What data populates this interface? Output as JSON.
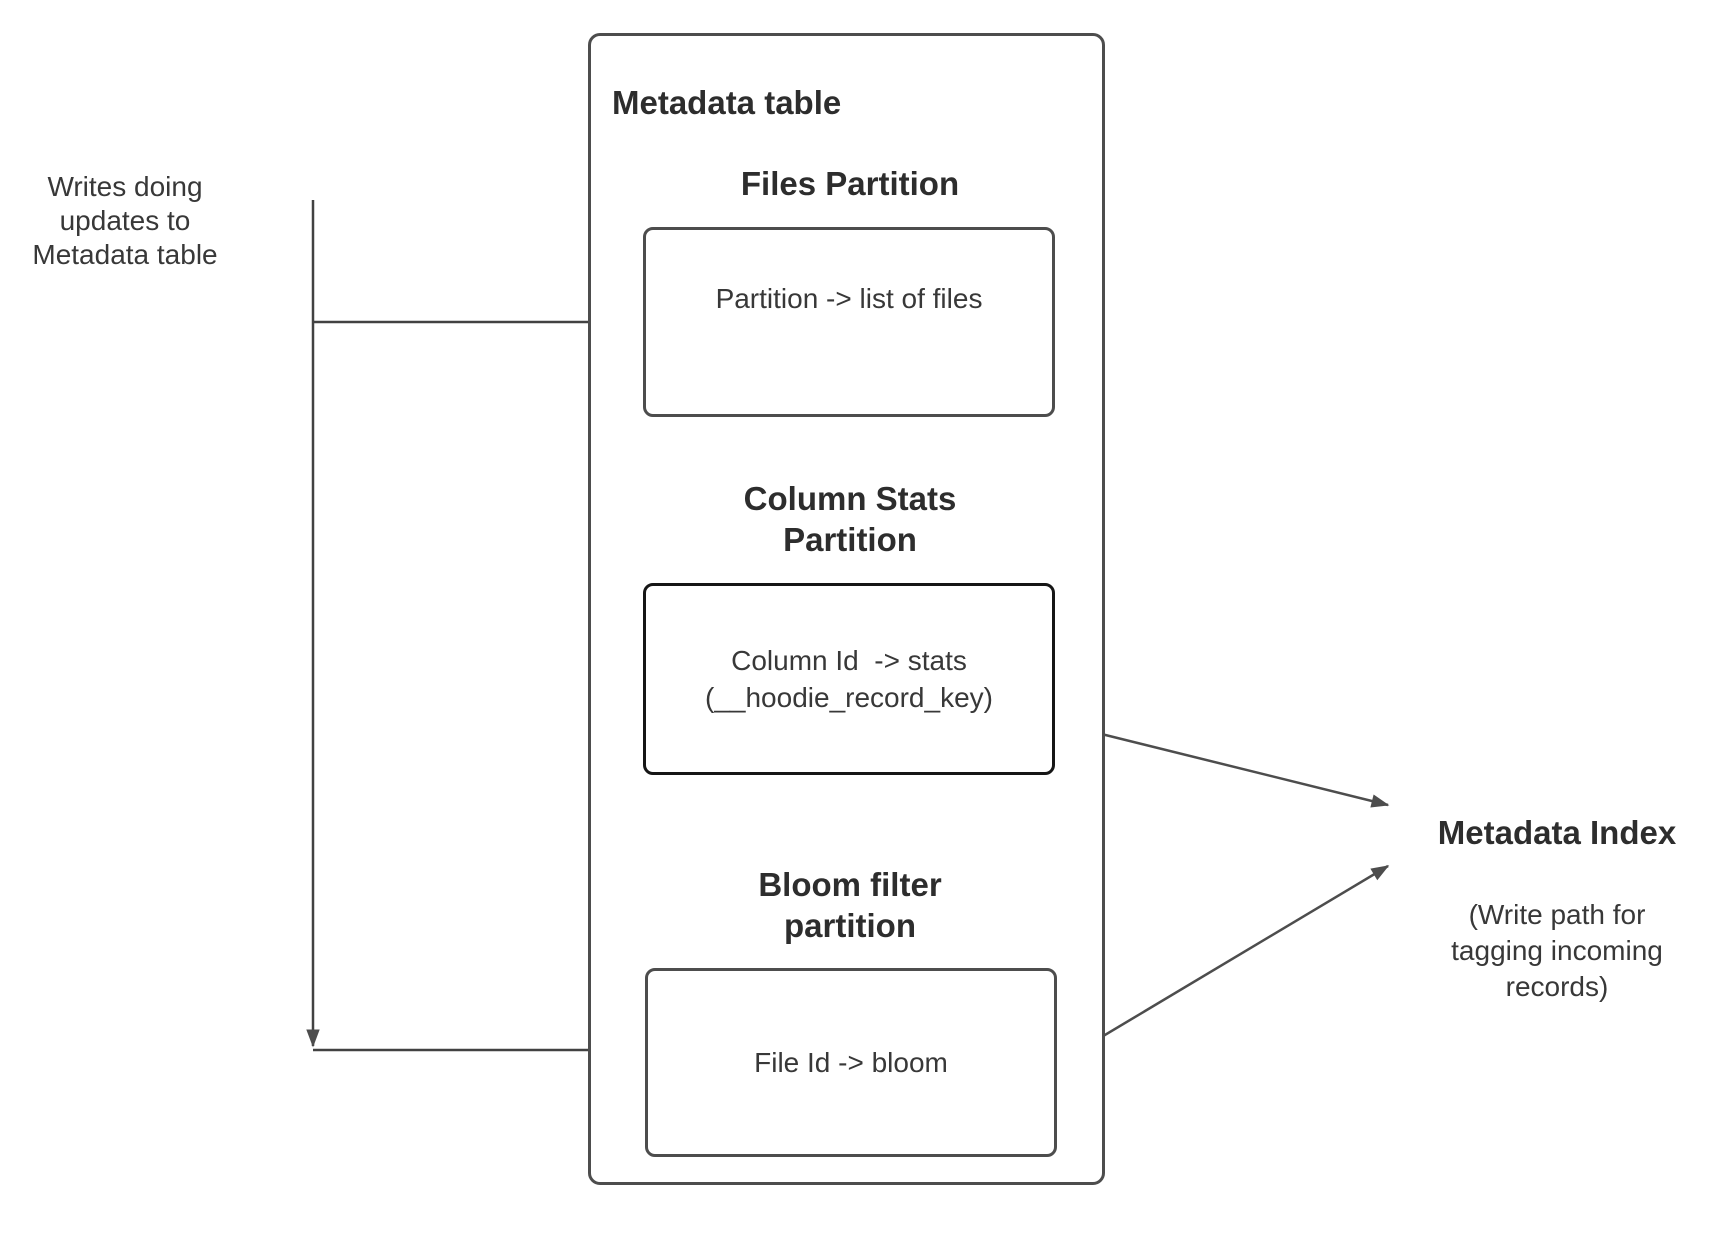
{
  "diagram": {
    "left_note": "Writes doing\nupdates to\nMetadata table",
    "metadata_table": {
      "title": "Metadata table",
      "files_partition": {
        "heading": "Files Partition",
        "mapping": "Partition -> list of files"
      },
      "column_stats_partition": {
        "heading": "Column Stats\nPartition",
        "mapping": "Column Id  -> stats\n(__hoodie_record_key)"
      },
      "bloom_filter_partition": {
        "heading": "Bloom filter\npartition",
        "mapping": "File Id -> bloom"
      }
    },
    "metadata_index": {
      "title": "Metadata Index",
      "note": "(Write path for\ntagging incoming\nrecords)"
    },
    "connections": [
      {
        "from": "writes-update-arrow",
        "to": "files-partition-box",
        "type": "line"
      },
      {
        "from": "writes-update-arrow",
        "to": "bloom-filter-box",
        "type": "line"
      },
      {
        "from": "column-stats-box",
        "to": "metadata-index",
        "type": "arrow"
      },
      {
        "from": "bloom-filter-box",
        "to": "metadata-index",
        "type": "arrow"
      }
    ],
    "colors": {
      "stroke": "#4d4d4d",
      "emphasis_stroke": "#161616",
      "heading_text": "#2d2d2d",
      "body_text": "#383838",
      "background": "#ffffff"
    }
  }
}
